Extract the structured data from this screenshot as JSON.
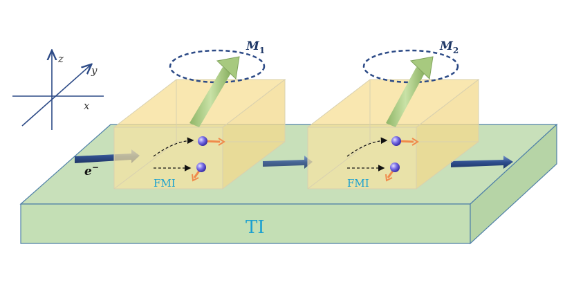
{
  "axes": {
    "x_label": "x",
    "y_label": "y",
    "z_label": "z"
  },
  "substrate": {
    "label": "TI",
    "label_color": "#1aa0d0"
  },
  "electron": {
    "symbol": "e",
    "superscript": "−"
  },
  "blocks": [
    {
      "magnetization_label": "M",
      "subscript": "1",
      "layer_label": "FMI"
    },
    {
      "magnetization_label": "M",
      "subscript": "2",
      "layer_label": "FMI"
    }
  ],
  "colors": {
    "substrate_top": "#c8e0ba",
    "substrate_front": "#c4dfb5",
    "substrate_side": "#b6d4a6",
    "block_fill": "#f7df96",
    "magnet_arrow": "#a7c97f",
    "precession_ring": "#2c4a86",
    "current_arrow": "#3d5c9a",
    "fmi_label": "#1aa0d0",
    "spin_ball": "#7a6ee6",
    "spin_arrow": "#f08a4b"
  }
}
